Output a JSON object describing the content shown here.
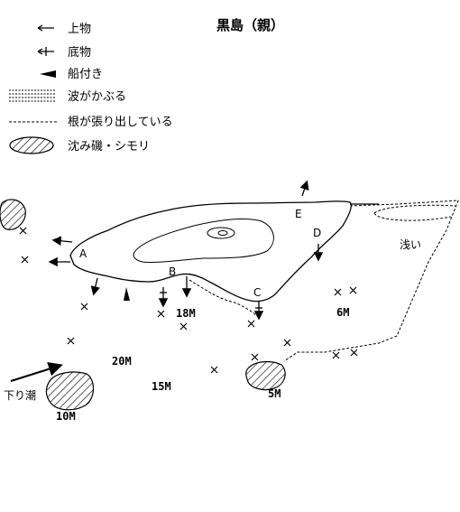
{
  "title": "黒島（親）",
  "legend": [
    {
      "icon": "arrow-left-icon",
      "label": "上物"
    },
    {
      "icon": "arrow-left-crossed-icon",
      "label": "底物"
    },
    {
      "icon": "triangle-icon",
      "label": "船付き"
    },
    {
      "icon": "wave-pattern-icon",
      "label": "波がかぶる"
    },
    {
      "icon": "dashed-line-icon",
      "label": "根が張り出している"
    },
    {
      "icon": "hatched-ellipse-icon",
      "label": "沈み磯・シモリ"
    }
  ],
  "points": [
    "A",
    "B",
    "C",
    "D",
    "E"
  ],
  "depths": [
    "18M",
    "6M",
    "20M",
    "15M",
    "5M",
    "10M"
  ],
  "shallow_label": "浅い",
  "current_label": "下り潮"
}
